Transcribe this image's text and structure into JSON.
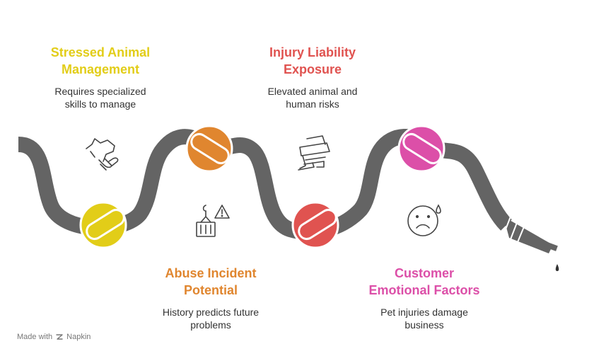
{
  "colors": {
    "hose": "#646464",
    "yellow": "#e2cd18",
    "orange": "#e0862f",
    "red": "#e05350",
    "pink": "#dc4fa8",
    "icon": "#444444"
  },
  "steps": [
    {
      "title_line1": "Stressed Animal",
      "title_line2": "Management",
      "desc_line1": "Requires specialized",
      "desc_line2": "skills to manage",
      "icon": "animal-hand-icon"
    },
    {
      "title_line1": "Abuse Incident",
      "title_line2": "Potential",
      "desc_line1": "History predicts future",
      "desc_line2": "problems",
      "icon": "crane-warning-icon"
    },
    {
      "title_line1": "Injury Liability",
      "title_line2": "Exposure",
      "desc_line1": "Elevated animal and",
      "desc_line2": "human risks",
      "icon": "bandaged-arm-icon"
    },
    {
      "title_line1": "Customer",
      "title_line2": "Emotional Factors",
      "desc_line1": "Pet injuries damage",
      "desc_line2": "business",
      "icon": "sad-face-icon"
    }
  ],
  "footer": {
    "made_with": "Made with",
    "brand": "Napkin"
  }
}
